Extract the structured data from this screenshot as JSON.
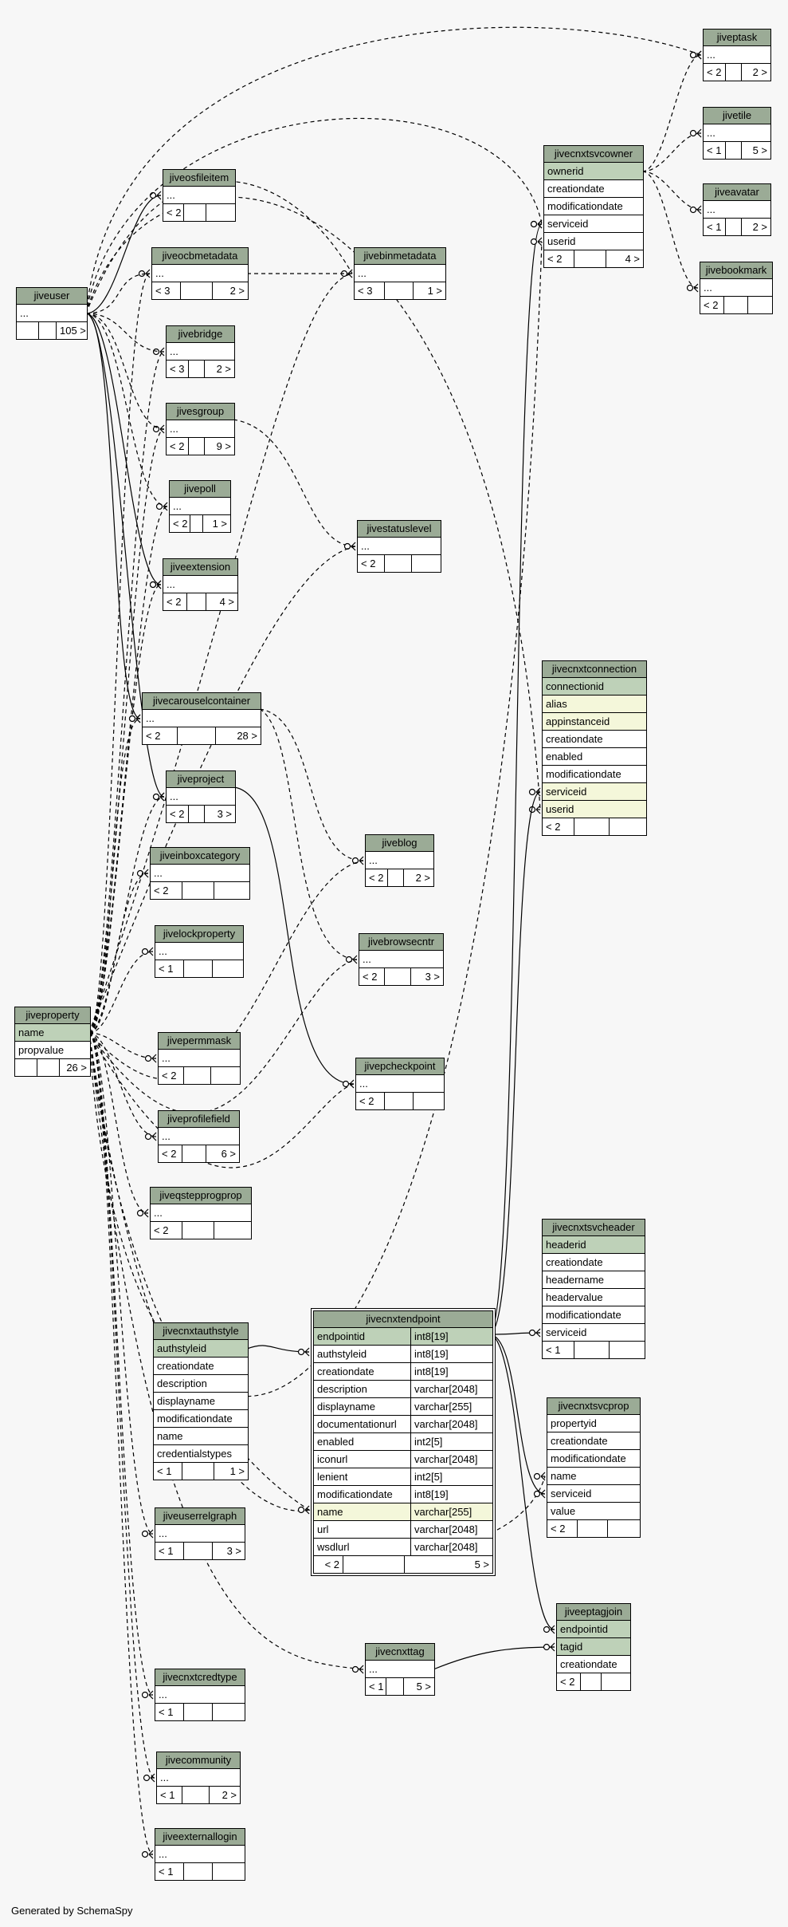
{
  "footer": "Generated by SchemaSpy",
  "tables": [
    {
      "id": "jiveuser",
      "name": "jiveuser",
      "cols": [
        "..."
      ],
      "nav": [
        "",
        "",
        "105 >"
      ]
    },
    {
      "id": "jiveproperty",
      "name": "jiveproperty",
      "cols": [
        "name",
        "propvalue"
      ],
      "pk": [
        0
      ],
      "nav": [
        "",
        "",
        "26 >"
      ]
    },
    {
      "id": "jiveosfileitem",
      "name": "jiveosfileitem",
      "cols": [
        "..."
      ],
      "nav": [
        "< 2",
        "",
        ""
      ]
    },
    {
      "id": "jiveocbmetadata",
      "name": "jiveocbmetadata",
      "cols": [
        "..."
      ],
      "nav": [
        "< 3",
        "",
        "2 >"
      ]
    },
    {
      "id": "jivebridge",
      "name": "jivebridge",
      "cols": [
        "..."
      ],
      "nav": [
        "< 3",
        "",
        "2 >"
      ]
    },
    {
      "id": "jivesgroup",
      "name": "jivesgroup",
      "cols": [
        "..."
      ],
      "nav": [
        "< 2",
        "",
        "9 >"
      ]
    },
    {
      "id": "jivepoll",
      "name": "jivepoll",
      "cols": [
        "..."
      ],
      "nav": [
        "< 2",
        "",
        "1 >"
      ]
    },
    {
      "id": "jiveextension",
      "name": "jiveextension",
      "cols": [
        "..."
      ],
      "nav": [
        "< 2",
        "",
        "4 >"
      ]
    },
    {
      "id": "jivecarouselcontainer",
      "name": "jivecarouselcontainer",
      "cols": [
        "..."
      ],
      "nav": [
        "< 2",
        "",
        "28 >"
      ]
    },
    {
      "id": "jiveproject",
      "name": "jiveproject",
      "cols": [
        "..."
      ],
      "nav": [
        "< 2",
        "",
        "3 >"
      ]
    },
    {
      "id": "jiveinboxcategory",
      "name": "jiveinboxcategory",
      "cols": [
        "..."
      ],
      "nav": [
        "< 2",
        "",
        ""
      ]
    },
    {
      "id": "jivelockproperty",
      "name": "jivelockproperty",
      "cols": [
        "..."
      ],
      "nav": [
        "< 1",
        "",
        ""
      ]
    },
    {
      "id": "jivepermmask",
      "name": "jivepermmask",
      "cols": [
        "..."
      ],
      "nav": [
        "< 2",
        "",
        ""
      ]
    },
    {
      "id": "jiveprofilefield",
      "name": "jiveprofilefield",
      "cols": [
        "..."
      ],
      "nav": [
        "< 2",
        "",
        "6 >"
      ]
    },
    {
      "id": "jiveqstepprogprop",
      "name": "jiveqstepprogprop",
      "cols": [
        "..."
      ],
      "nav": [
        "< 2",
        "",
        ""
      ]
    },
    {
      "id": "jivecnxtauthstyle",
      "name": "jivecnxtauthstyle",
      "cols": [
        "authstyleid",
        "creationdate",
        "description",
        "displayname",
        "modificationdate",
        "name",
        "credentialstypes"
      ],
      "pk": [
        0
      ],
      "nav": [
        "< 1",
        "",
        "1 >"
      ]
    },
    {
      "id": "jiveuserrelgraph",
      "name": "jiveuserrelgraph",
      "cols": [
        "..."
      ],
      "nav": [
        "< 1",
        "",
        "3 >"
      ]
    },
    {
      "id": "jivecnxtcredtype",
      "name": "jivecnxtcredtype",
      "cols": [
        "..."
      ],
      "nav": [
        "< 1",
        "",
        ""
      ]
    },
    {
      "id": "jivecommunity",
      "name": "jivecommunity",
      "cols": [
        "..."
      ],
      "nav": [
        "< 1",
        "",
        "2 >"
      ]
    },
    {
      "id": "jiveexternallogin",
      "name": "jiveexternallogin",
      "cols": [
        "..."
      ],
      "nav": [
        "< 1",
        "",
        ""
      ]
    },
    {
      "id": "jivebinmetadata",
      "name": "jivebinmetadata",
      "cols": [
        "..."
      ],
      "nav": [
        "< 3",
        "",
        "1 >"
      ]
    },
    {
      "id": "jivestatuslevel",
      "name": "jivestatuslevel",
      "cols": [
        "..."
      ],
      "nav": [
        "< 2",
        "",
        ""
      ]
    },
    {
      "id": "jiveblog",
      "name": "jiveblog",
      "cols": [
        "..."
      ],
      "nav": [
        "< 2",
        "",
        "2 >"
      ]
    },
    {
      "id": "jivebrowsecntr",
      "name": "jivebrowsecntr",
      "cols": [
        "..."
      ],
      "nav": [
        "< 2",
        "",
        "3 >"
      ]
    },
    {
      "id": "jivepcheckpoint",
      "name": "jivepcheckpoint",
      "cols": [
        "..."
      ],
      "nav": [
        "< 2",
        "",
        ""
      ]
    },
    {
      "id": "jivecnxtendpoint",
      "name": "jivecnxtendpoint",
      "highlight": true,
      "cols": [
        "endpointid",
        "authstyleid",
        "creationdate",
        "description",
        "displayname",
        "documentationurl",
        "enabled",
        "iconurl",
        "lenient",
        "modificationdate",
        "name",
        "url",
        "wsdlurl"
      ],
      "types": [
        "int8[19]",
        "int8[19]",
        "int8[19]",
        "varchar[2048]",
        "varchar[255]",
        "varchar[2048]",
        "int2[5]",
        "varchar[2048]",
        "int2[5]",
        "int8[19]",
        "varchar[255]",
        "varchar[2048]",
        "varchar[2048]"
      ],
      "pk": [
        0
      ],
      "fk": [
        10
      ],
      "nav": [
        "< 2",
        "",
        "5 >"
      ]
    },
    {
      "id": "jivecnxttag",
      "name": "jivecnxttag",
      "cols": [
        "..."
      ],
      "nav": [
        "< 1",
        "",
        "5 >"
      ]
    },
    {
      "id": "jivecnxtsvcowner",
      "name": "jivecnxtsvcowner",
      "cols": [
        "ownerid",
        "creationdate",
        "modificationdate",
        "serviceid",
        "userid"
      ],
      "pk": [
        0
      ],
      "nav": [
        "< 2",
        "",
        "4 >"
      ]
    },
    {
      "id": "jiveptask",
      "name": "jiveptask",
      "cols": [
        "..."
      ],
      "nav": [
        "< 2",
        "",
        "2 >"
      ]
    },
    {
      "id": "jivetile",
      "name": "jivetile",
      "cols": [
        "..."
      ],
      "nav": [
        "< 1",
        "",
        "5 >"
      ]
    },
    {
      "id": "jiveavatar",
      "name": "jiveavatar",
      "cols": [
        "..."
      ],
      "nav": [
        "< 1",
        "",
        "2 >"
      ]
    },
    {
      "id": "jivebookmark",
      "name": "jivebookmark",
      "cols": [
        "..."
      ],
      "nav": [
        "< 2",
        "",
        ""
      ]
    },
    {
      "id": "jivecnxtconnection",
      "name": "jivecnxtconnection",
      "cols": [
        "connectionid",
        "alias",
        "appinstanceid",
        "creationdate",
        "enabled",
        "modificationdate",
        "serviceid",
        "userid"
      ],
      "pk": [
        0
      ],
      "fk": [
        1,
        2,
        6,
        7
      ],
      "nav": [
        "< 2",
        "",
        ""
      ]
    },
    {
      "id": "jivecnxtsvcheader",
      "name": "jivecnxtsvcheader",
      "cols": [
        "headerid",
        "creationdate",
        "headername",
        "headervalue",
        "modificationdate",
        "serviceid"
      ],
      "pk": [
        0
      ],
      "nav": [
        "< 1",
        "",
        ""
      ]
    },
    {
      "id": "jivecnxtsvcprop",
      "name": "jivecnxtsvcprop",
      "cols": [
        "propertyid",
        "creationdate",
        "modificationdate",
        "name",
        "serviceid",
        "value"
      ],
      "nav": [
        "< 2",
        "",
        ""
      ]
    },
    {
      "id": "jiveeptagjoin",
      "name": "jiveeptagjoin",
      "cols": [
        "endpointid",
        "tagid",
        "creationdate"
      ],
      "pk": [
        0,
        1
      ],
      "nav": [
        "< 2",
        "",
        ""
      ]
    }
  ]
}
